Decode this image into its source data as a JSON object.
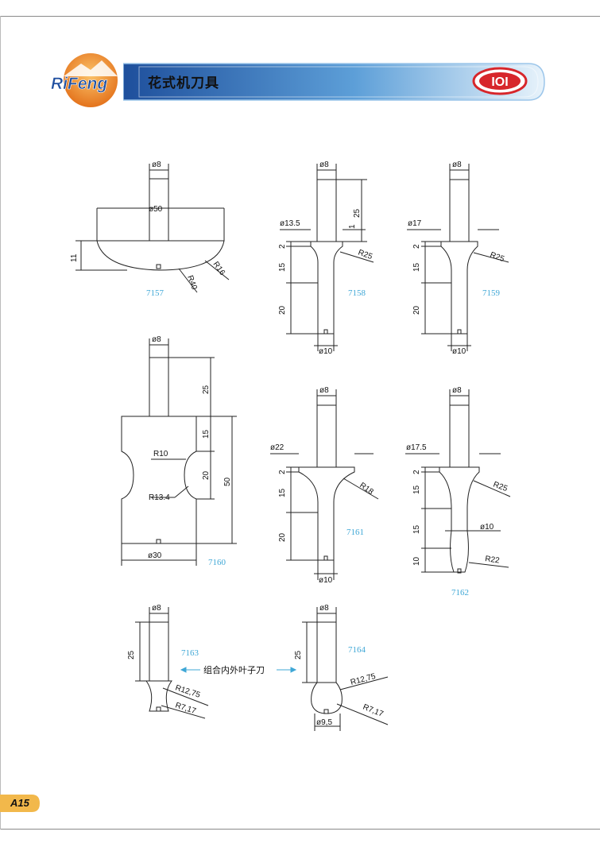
{
  "header": {
    "brand": "RiFeng",
    "title": "花式机刀具",
    "badge": "IOI"
  },
  "colors": {
    "header_blue": "#1e4f9c",
    "header_light": "#cfe6f7",
    "logo_orange": "#f08a24",
    "badge_red": "#d7262b",
    "code_blue": "#3fa7d6"
  },
  "tools": [
    {
      "code": "7157",
      "dims": [
        "ø8",
        "ø50",
        "11",
        "R16",
        "R40"
      ]
    },
    {
      "code": "7158",
      "dims": [
        "ø8",
        "ø13.5",
        "25",
        "1",
        "2",
        "R25",
        "15",
        "20",
        "ø10"
      ]
    },
    {
      "code": "7159",
      "dims": [
        "ø8",
        "ø17",
        "2",
        "R25",
        "15",
        "20",
        "ø10"
      ]
    },
    {
      "code": "7160",
      "dims": [
        "ø8",
        "25",
        "15",
        "R10",
        "20",
        "50",
        "R13.4",
        "ø30"
      ]
    },
    {
      "code": "7161",
      "dims": [
        "ø8",
        "ø22",
        "2",
        "R18",
        "15",
        "20",
        "ø10"
      ]
    },
    {
      "code": "7162",
      "dims": [
        "ø8",
        "ø17.5",
        "2",
        "R25",
        "15",
        "15",
        "ø10",
        "10",
        "R22"
      ]
    },
    {
      "code": "7163",
      "dims": [
        "ø8",
        "25",
        "R12,75",
        "R7,17"
      ]
    },
    {
      "code": "7164",
      "dims": [
        "ø8",
        "25",
        "R12,75",
        "R7,17",
        "ø9,5"
      ]
    }
  ],
  "combo_label": "组合内外叶子刀",
  "footer": {
    "page": "A15"
  }
}
